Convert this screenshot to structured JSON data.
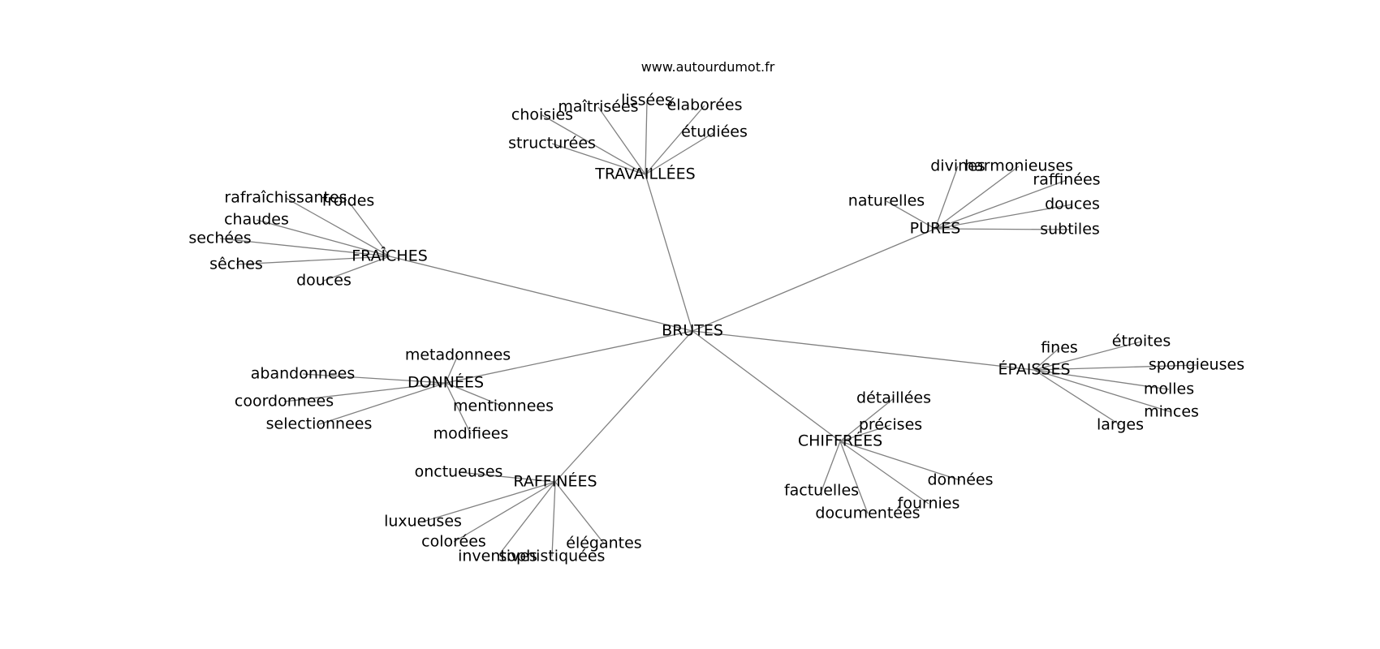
{
  "site_url": "www.autourdumot.fr",
  "center": "BRUTES",
  "clusters": [
    {
      "id": "travaillees",
      "label": "TRAVAILLÉES",
      "leaves": [
        "choisies",
        "maîtrisées",
        "lissées",
        "élaborées",
        "étudiées",
        "structurées"
      ]
    },
    {
      "id": "pures",
      "label": "PURES",
      "leaves": [
        "divines",
        "harmonieuses",
        "raffinées",
        "douces",
        "subtiles",
        "naturelles"
      ]
    },
    {
      "id": "fraiches",
      "label": "FRAÎCHES",
      "leaves": [
        "rafraîchissantes",
        "froides",
        "chaudes",
        "sechées",
        "sêches",
        "douces"
      ]
    },
    {
      "id": "epaisses",
      "label": "ÉPAISSES",
      "leaves": [
        "fines",
        "étroites",
        "spongieuses",
        "molles",
        "minces",
        "larges"
      ]
    },
    {
      "id": "donnees",
      "label": "DONNÉES",
      "leaves": [
        "metadonnees",
        "abandonnees",
        "coordonnees",
        "selectionnees",
        "mentionnees",
        "modifiees"
      ]
    },
    {
      "id": "chiffrees",
      "label": "CHIFFRÉES",
      "leaves": [
        "détaillées",
        "précises",
        "factuelles",
        "documentées",
        "fournies",
        "données"
      ]
    },
    {
      "id": "raffinees",
      "label": "RAFFINÉES",
      "leaves": [
        "onctueuses",
        "luxueuses",
        "colorées",
        "inventives",
        "sophistiquées",
        "élégantes"
      ]
    }
  ]
}
